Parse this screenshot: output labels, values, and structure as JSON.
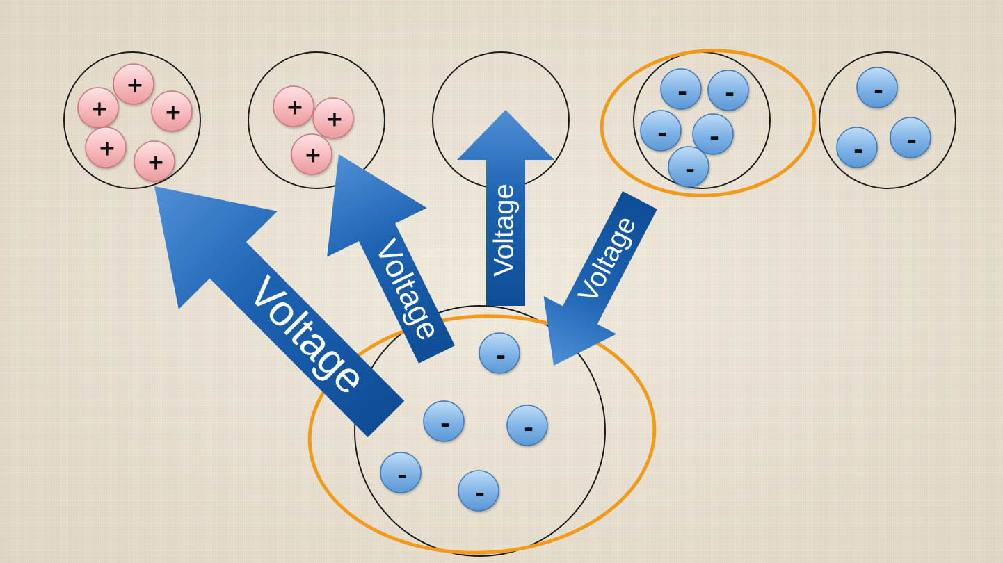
{
  "colors": {
    "background": "#efe7d6",
    "container_stroke": "#1a1a1a",
    "highlight_ring": "#f39a1b",
    "positive_fill": "#f7b9bd",
    "positive_stroke": "#c9747b",
    "negative_fill": "#7fb3e6",
    "negative_stroke": "#3f77b3",
    "arrow_light": "#4f8fd6",
    "arrow_dark": "#0e4d96",
    "label_text": "#ffffff"
  },
  "symbols": {
    "positive": "+",
    "negative": "-"
  },
  "containers": [
    {
      "id": "container-1",
      "charge_type": "positive",
      "charge_count": 5,
      "highlighted": false
    },
    {
      "id": "container-2",
      "charge_type": "positive",
      "charge_count": 3,
      "highlighted": false
    },
    {
      "id": "container-3",
      "charge_type": "none",
      "charge_count": 0,
      "highlighted": false
    },
    {
      "id": "container-4",
      "charge_type": "negative",
      "charge_count": 5,
      "highlighted": true
    },
    {
      "id": "container-5",
      "charge_type": "negative",
      "charge_count": 3,
      "highlighted": false
    },
    {
      "id": "container-source",
      "charge_type": "negative",
      "charge_count": 5,
      "highlighted": true
    }
  ],
  "arrows": [
    {
      "id": "arrow-to-container-1",
      "label": "Voltage",
      "from": "container-source",
      "to": "container-1",
      "direction": "toward-target"
    },
    {
      "id": "arrow-to-container-2",
      "label": "Voltage",
      "from": "container-source",
      "to": "container-2",
      "direction": "toward-target"
    },
    {
      "id": "arrow-to-container-3",
      "label": "Voltage",
      "from": "container-source",
      "to": "container-3",
      "direction": "toward-target"
    },
    {
      "id": "arrow-from-container-4",
      "label": "Voltage",
      "from": "container-4",
      "to": "container-source",
      "direction": "toward-source"
    }
  ]
}
